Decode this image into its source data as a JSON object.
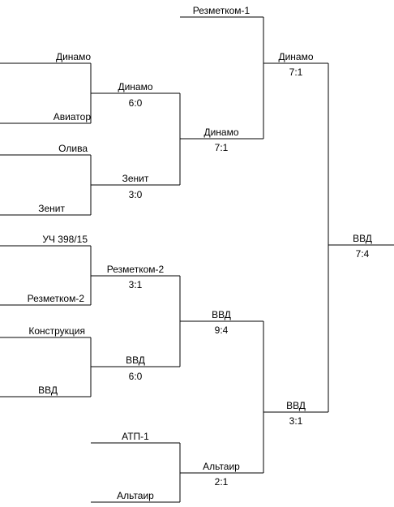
{
  "bracket": {
    "round1": {
      "m1": {
        "team_a": "Динамо",
        "team_b": "Авиатор"
      },
      "m2": {
        "team_a": "Олива",
        "team_b": "Зенит"
      },
      "m3": {
        "team_a": "УЧ 398/15",
        "team_b": "Резметком-2"
      },
      "m4": {
        "team_a": "Конструкция",
        "team_b": "ВВД"
      }
    },
    "round2": {
      "m1": {
        "winner": "Динамо",
        "score": "6:0"
      },
      "m2": {
        "winner": "Зенит",
        "score": "3:0"
      },
      "m3": {
        "winner": "Резметком-2",
        "score": "3:1"
      },
      "m4": {
        "winner": "ВВД",
        "score": "6:0"
      },
      "m5": {
        "team_a": "АТП-1",
        "team_b": "Альтаир"
      }
    },
    "round3": {
      "m1": {
        "winner": "Динамо",
        "score": "7:1"
      },
      "m2": {
        "winner": "ВВД",
        "score": "9:4"
      },
      "m3": {
        "winner": "Альтаир",
        "score": "2:1"
      },
      "bye": "Резметком-1"
    },
    "semifinals": {
      "top": {
        "winner": "Динамо",
        "score": "7:1"
      },
      "bottom": {
        "winner": "ВВД",
        "score": "3:1"
      }
    },
    "final": {
      "winner": "ВВД",
      "score": "7:4"
    }
  }
}
